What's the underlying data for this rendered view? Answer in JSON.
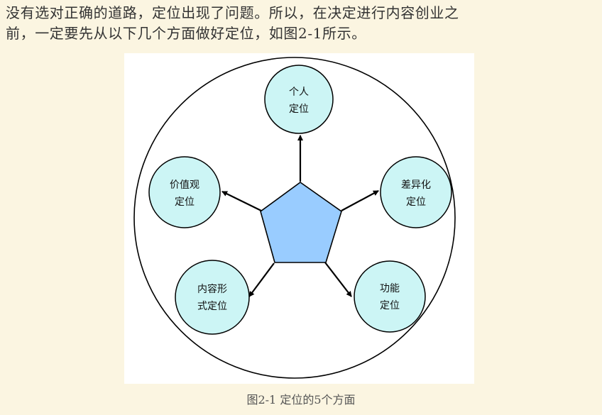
{
  "paragraph": {
    "lines": [
      "没有选对正确的道路，定位出现了问题。所以，在决定进行内容创业之",
      "前，一定要先从以下几个方面做好定位，如图2-1所示。"
    ]
  },
  "diagram": {
    "nodes": [
      {
        "id": "personal",
        "lines": [
          "个人",
          "定位"
        ]
      },
      {
        "id": "differentiation",
        "lines": [
          "差异化",
          "定位"
        ]
      },
      {
        "id": "function",
        "lines": [
          "功能",
          "定位"
        ]
      },
      {
        "id": "content-form",
        "lines": [
          "内容形",
          "式定位"
        ]
      },
      {
        "id": "values",
        "lines": [
          "价值观",
          "定位"
        ]
      }
    ],
    "colors": {
      "node_fill": "#ccf5f5",
      "center_fill": "#99ccff",
      "stroke": "#000000"
    }
  },
  "caption": "图2-1  定位的5个方面"
}
